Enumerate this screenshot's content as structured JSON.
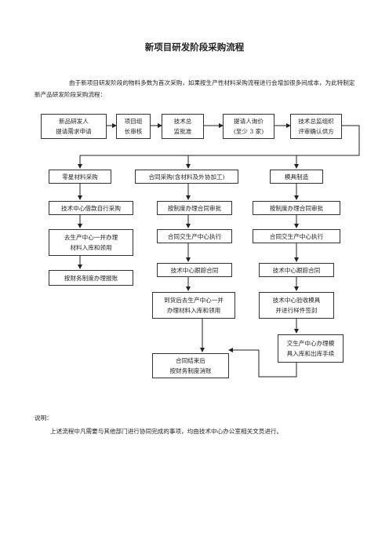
{
  "title": "新项目研发阶段采购流程",
  "intro": "由于新项目研发阶段的物料多数为首次采购，如果按生产性材料采购流程进行会增加很多间成本，为此特制定新产品研发阶段采购流程：",
  "flow": {
    "r1": [
      "新品研发人\n提请需求申请",
      "项目组\n长审核",
      "技术总\n监批准",
      "提请人询价\n(至少 3 家)",
      "技术总监组织\n评审确认供方"
    ],
    "branches": [
      "零星材料采购",
      "合同采购(含材料及外协加工)",
      "模具制造"
    ],
    "left": [
      "技术中心借款自行采购",
      "去生产中心一并办理\n材料入库和领用",
      "按财务制度办理报账"
    ],
    "mid": [
      "按制度办理合同审批",
      "合同交生产中心执行",
      "技术中心跟踪合同",
      "到货后去生产中心一并\n办理材料入库和领用"
    ],
    "right": [
      "按制度办理合同审批",
      "合同交生产中心执行",
      "技术中心跟踪合同",
      "技术中心验收模具\n并进行样件签封",
      "交生产中心办理模\n具入库和出库手续"
    ],
    "end": "合同结束后\n按财务制度消账"
  },
  "note": {
    "label": "说明：",
    "text": "上述流程中凡需要与其他部门进行协同完成的事项，均由技术中心办公室相关文员进行。"
  }
}
